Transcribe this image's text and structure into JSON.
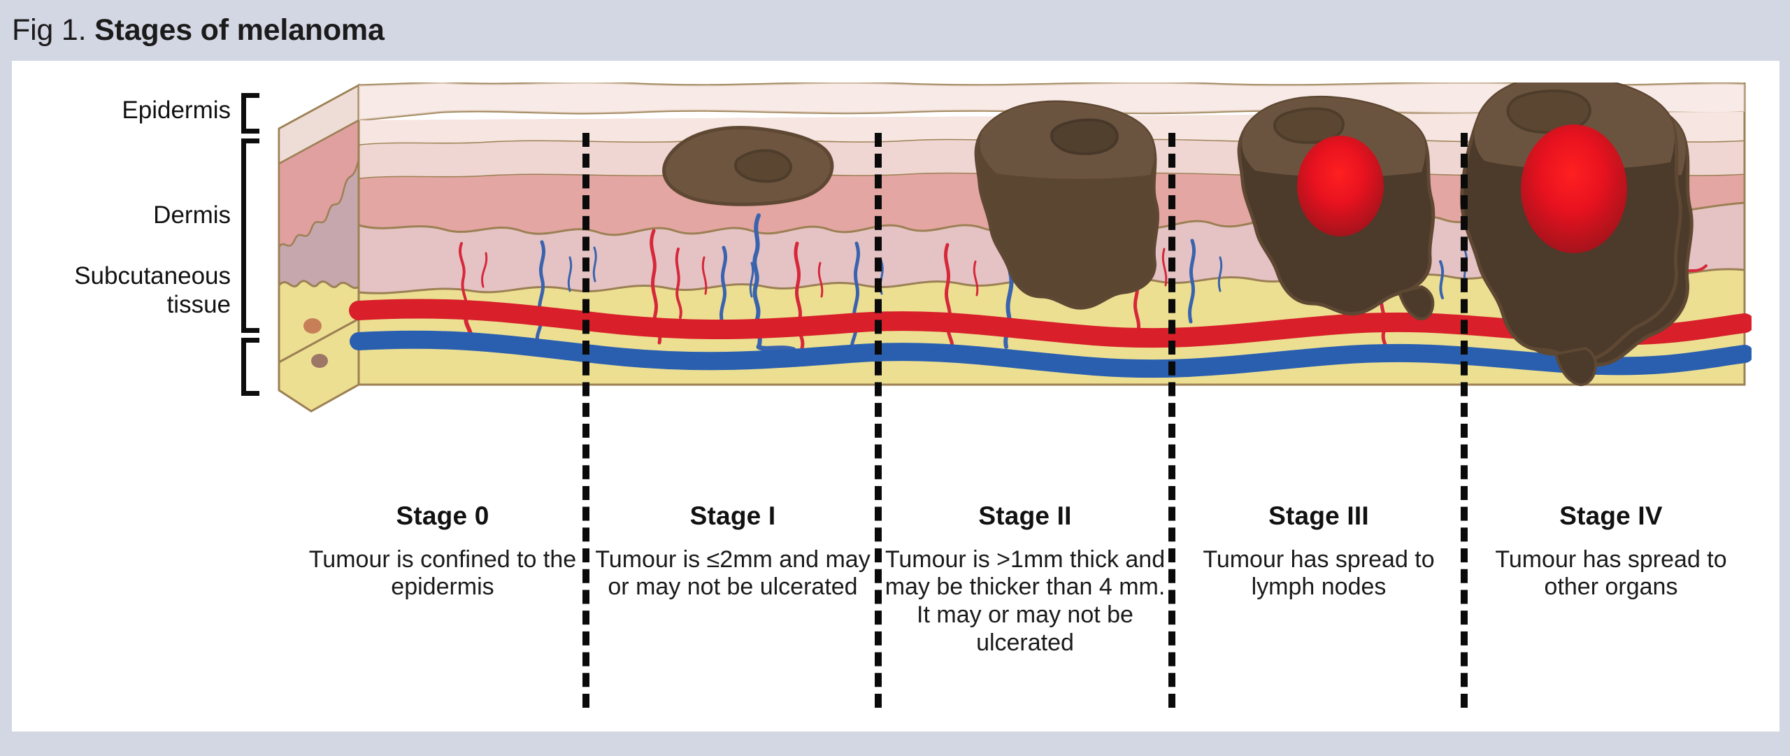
{
  "figure": {
    "label": "Fig 1. ",
    "title": "Stages of melanoma"
  },
  "colors": {
    "page_background": "#d3d7e3",
    "panel_background": "#ffffff",
    "surface_top": "#f6e6e1",
    "epidermis_fill": "#f7e7e2",
    "epidermis_band": "#ecd4cf",
    "papillary_dermis": "#e8a9a2",
    "dermis_fill": "#e5c3c4",
    "dermis_side": "#c6a7ad",
    "subcutaneous_fat": "#ecdf92",
    "outline": "#9c8054",
    "artery": "#d81f2a",
    "vein": "#2a5fb0",
    "capillary_red": "#d6283a",
    "capillary_blue": "#3a63ae",
    "tumour_light": "#6d5540",
    "tumour_dark": "#4c3a2a",
    "tumour_outline": "#5e4833",
    "ulcer_red": "#e8121f",
    "divider": "#0a0a0a",
    "text": "#111111"
  },
  "skin_layers": [
    {
      "id": "epidermis",
      "label": "Epidermis"
    },
    {
      "id": "dermis",
      "label": "Dermis"
    },
    {
      "id": "subcutaneous",
      "label": "Subcutaneous\ntissue"
    }
  ],
  "stages": [
    {
      "id": "stage-0",
      "name": "Stage 0",
      "description": "Tumour is\nconfined to\nthe epidermis",
      "has_ulcer": false
    },
    {
      "id": "stage-1",
      "name": "Stage I",
      "description": "Tumour is ≤2mm\nand may or may\nnot be ulcerated",
      "has_ulcer": false
    },
    {
      "id": "stage-2",
      "name": "Stage II",
      "description": "Tumour is >1mm\nthick and may be\nthicker than 4 mm.\nIt may or may not\nbe ulcerated",
      "has_ulcer": true
    },
    {
      "id": "stage-3",
      "name": "Stage III",
      "description": "Tumour has\nspread to lymph\nnodes",
      "has_ulcer": true
    },
    {
      "id": "stage-4",
      "name": "Stage IV",
      "description": "Tumour has\nspread to other\norgans",
      "has_ulcer": true
    }
  ]
}
